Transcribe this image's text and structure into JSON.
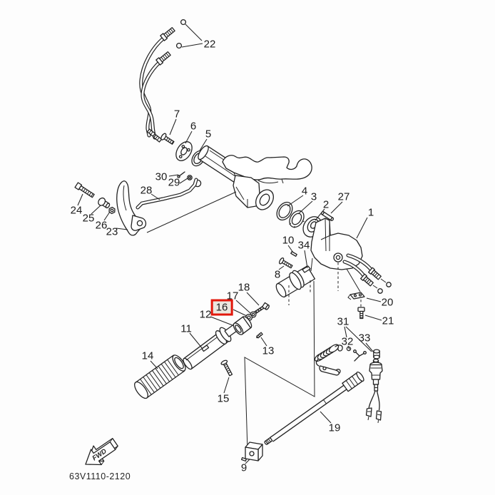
{
  "diagram": {
    "code": "63V1110-2120",
    "fwd_label": "FWD",
    "highlighted_part": "16",
    "highlight_color": "#e2180c",
    "line_color": "#222222",
    "background": "#fdfdfd"
  },
  "callouts": [
    "1",
    "2",
    "3",
    "4",
    "5",
    "6",
    "7",
    "8",
    "9",
    "10",
    "11",
    "12",
    "13",
    "14",
    "15",
    "16",
    "17",
    "18",
    "19",
    "20",
    "21",
    "22",
    "23",
    "24",
    "25",
    "26",
    "27",
    "28",
    "29",
    "30",
    "31",
    "32",
    "33",
    "34"
  ]
}
